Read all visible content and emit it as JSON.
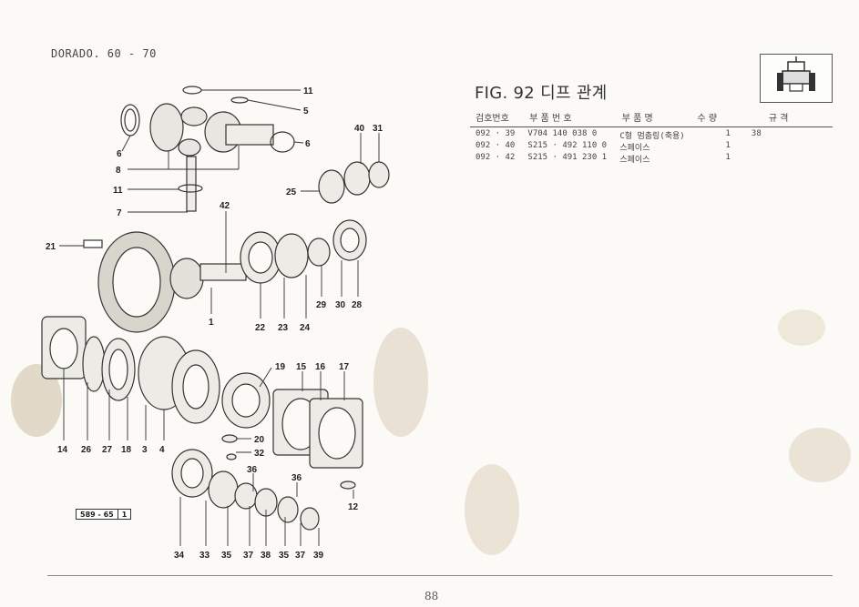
{
  "header": {
    "model": "DORADO. 60 - 70"
  },
  "figure": {
    "title": "FIG. 92 디프 관계",
    "ref_code": "589 - 65",
    "ref_sheet": "1"
  },
  "table": {
    "columns": [
      "검호번호",
      "부 품 번 호",
      "부 품 명",
      "수 량",
      "규   격"
    ],
    "rows": [
      {
        "ref": "092 · 39",
        "part_no": "V704  140  038  0",
        "name": "C형 멈춤링(축용)",
        "qty": "1",
        "spec": "38"
      },
      {
        "ref": "092 · 40",
        "part_no": "S215 · 492  110  0",
        "name": "스페이스",
        "qty": "1",
        "spec": ""
      },
      {
        "ref": "092 · 42",
        "part_no": "S215 · 491  230  1",
        "name": "스페이스",
        "qty": "1",
        "spec": ""
      }
    ]
  },
  "callouts": {
    "c11a": "11",
    "c5": "5",
    "c6a": "6",
    "c6b": "6",
    "c8": "8",
    "c11b": "11",
    "c7": "7",
    "c40": "40",
    "c31": "31",
    "c25": "25",
    "c42": "42",
    "c21": "21",
    "c1": "1",
    "c22": "22",
    "c23": "23",
    "c24": "24",
    "c29": "29",
    "c30": "30",
    "c28": "28",
    "c19": "19",
    "c15": "15",
    "c16": "16",
    "c17": "17",
    "c14": "14",
    "c26": "26",
    "c27": "27",
    "c18": "18",
    "c3": "3",
    "c4": "4",
    "c20": "20",
    "c32": "32",
    "c36a": "36",
    "c36b": "36",
    "c12": "12",
    "c34": "34",
    "c33": "33",
    "c35a": "35",
    "c37a": "37",
    "c38": "38",
    "c35b": "35",
    "c37b": "37",
    "c39": "39"
  },
  "footer": {
    "page_number": "88"
  }
}
